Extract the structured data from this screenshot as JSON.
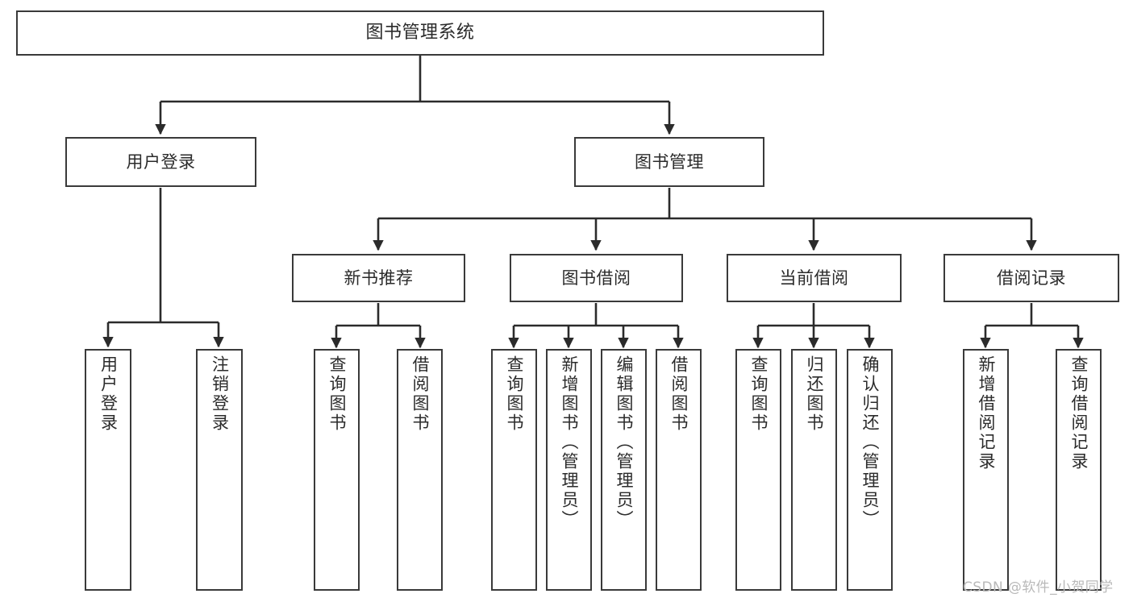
{
  "diagram": {
    "title": "图书管理系统",
    "type": "tree-hierarchy-chart",
    "orientation": "top-down",
    "colors": {
      "box_border": "#3a3a3a",
      "box_fill": "#ffffff",
      "text": "#2b2b2b",
      "edge": "#2b2b2b",
      "watermark": "#b9b9b9",
      "background": "#ffffff"
    }
  },
  "nodes": {
    "root": {
      "label": "图书管理系统"
    },
    "level2": [
      {
        "id": "user-login",
        "label": "用户登录"
      },
      {
        "id": "book-management",
        "label": "图书管理"
      }
    ],
    "level3": [
      {
        "id": "new-book-recommend",
        "label": "新书推荐"
      },
      {
        "id": "book-borrow",
        "label": "图书借阅"
      },
      {
        "id": "current-borrow",
        "label": "当前借阅"
      },
      {
        "id": "borrow-record",
        "label": "借阅记录"
      }
    ],
    "leaves": {
      "user-login": [
        {
          "id": "leaf-user-login",
          "label": "用户登录"
        },
        {
          "id": "leaf-logout",
          "label": "注销登录"
        }
      ],
      "new-book-recommend": [
        {
          "id": "leaf-query-book-1",
          "label": "查询图书"
        },
        {
          "id": "leaf-borrow-book-1",
          "label": "借阅图书"
        }
      ],
      "book-borrow": [
        {
          "id": "leaf-query-book-2",
          "label": "查询图书"
        },
        {
          "id": "leaf-add-book",
          "label": "新增图书（管理员）"
        },
        {
          "id": "leaf-edit-book",
          "label": "编辑图书（管理员）"
        },
        {
          "id": "leaf-borrow-book-2",
          "label": "借阅图书"
        }
      ],
      "current-borrow": [
        {
          "id": "leaf-query-book-3",
          "label": "查询图书"
        },
        {
          "id": "leaf-return-book",
          "label": "归还图书"
        },
        {
          "id": "leaf-confirm-return",
          "label": "确认归还（管理员）"
        }
      ],
      "borrow-record": [
        {
          "id": "leaf-add-record",
          "label": "新增借阅记录"
        },
        {
          "id": "leaf-query-record",
          "label": "查询借阅记录"
        }
      ]
    }
  },
  "watermark": {
    "text": "CSDN @软件_小贺同学"
  }
}
